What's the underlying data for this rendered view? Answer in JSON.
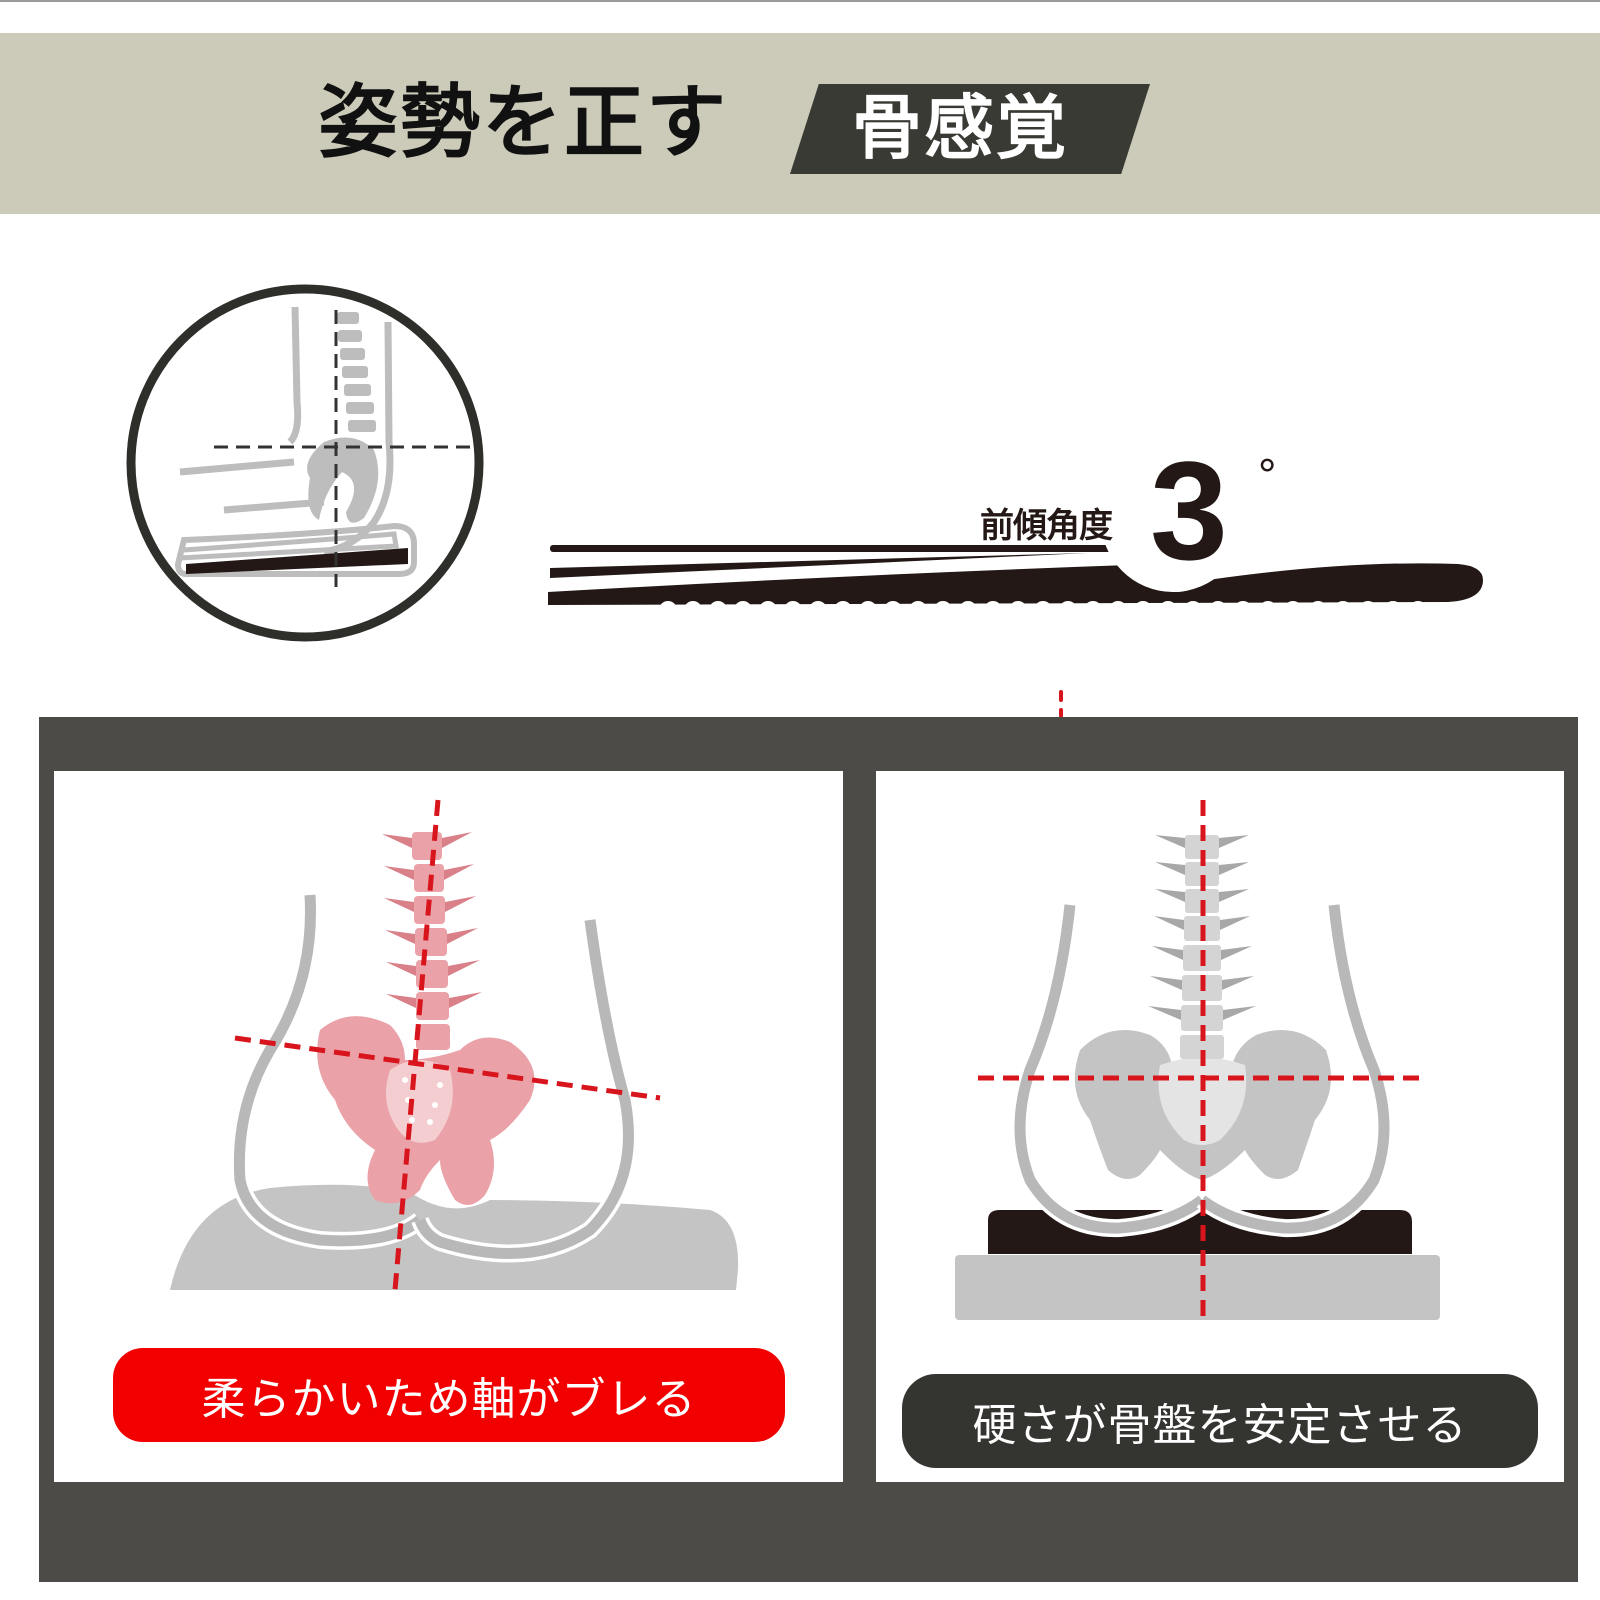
{
  "header": {
    "title": "姿勢を正す",
    "badge": "骨感覚",
    "band_color": "#cccab8",
    "badge_color": "#3a3a35"
  },
  "illustrations": {
    "side_view": {
      "icon": "seated-spine-side-view-icon"
    },
    "cushion_angle": {
      "label": "前傾角度",
      "value": "3",
      "unit": "°"
    }
  },
  "comparison": {
    "panel_color": "#4d4b47",
    "left": {
      "icon": "pelvis-tilted-soft-cushion-icon",
      "caption": "柔らかいため軸がブレる",
      "caption_color": "#f20000",
      "bone_color": "#eaa1a8"
    },
    "right": {
      "icon": "pelvis-stable-firm-cushion-icon",
      "caption": "硬さが骨盤を安定させる",
      "caption_color": "#343430",
      "bone_color": "#c4c4c4"
    },
    "axis_color": "#d8141c"
  }
}
